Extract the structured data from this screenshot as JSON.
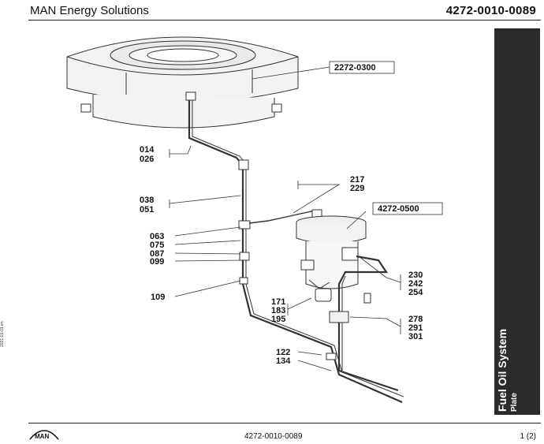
{
  "header": {
    "company": "MAN Energy Solutions",
    "doc_number": "4272-0010-0089"
  },
  "side_tab": {
    "title": "Fuel Oil System",
    "subtitle": "Plate"
  },
  "margin_code": "2021-01-01 en",
  "footer": {
    "doc_number": "4272-0010-0089",
    "page": "1 (2)",
    "logo_text": "MAN"
  },
  "boxed_refs": [
    "2272-0300",
    "4272-0500"
  ],
  "part_labels": {
    "p014": "014",
    "p026": "026",
    "p038": "038",
    "p051": "051",
    "p063": "063",
    "p075": "075",
    "p087": "087",
    "p099": "099",
    "p109": "109",
    "p122": "122",
    "p134": "134",
    "p171": "171",
    "p183": "183",
    "p195": "195",
    "p217": "217",
    "p229": "229",
    "p230": "230",
    "p242": "242",
    "p254": "254",
    "p278": "278",
    "p291": "291",
    "p301": "301"
  }
}
